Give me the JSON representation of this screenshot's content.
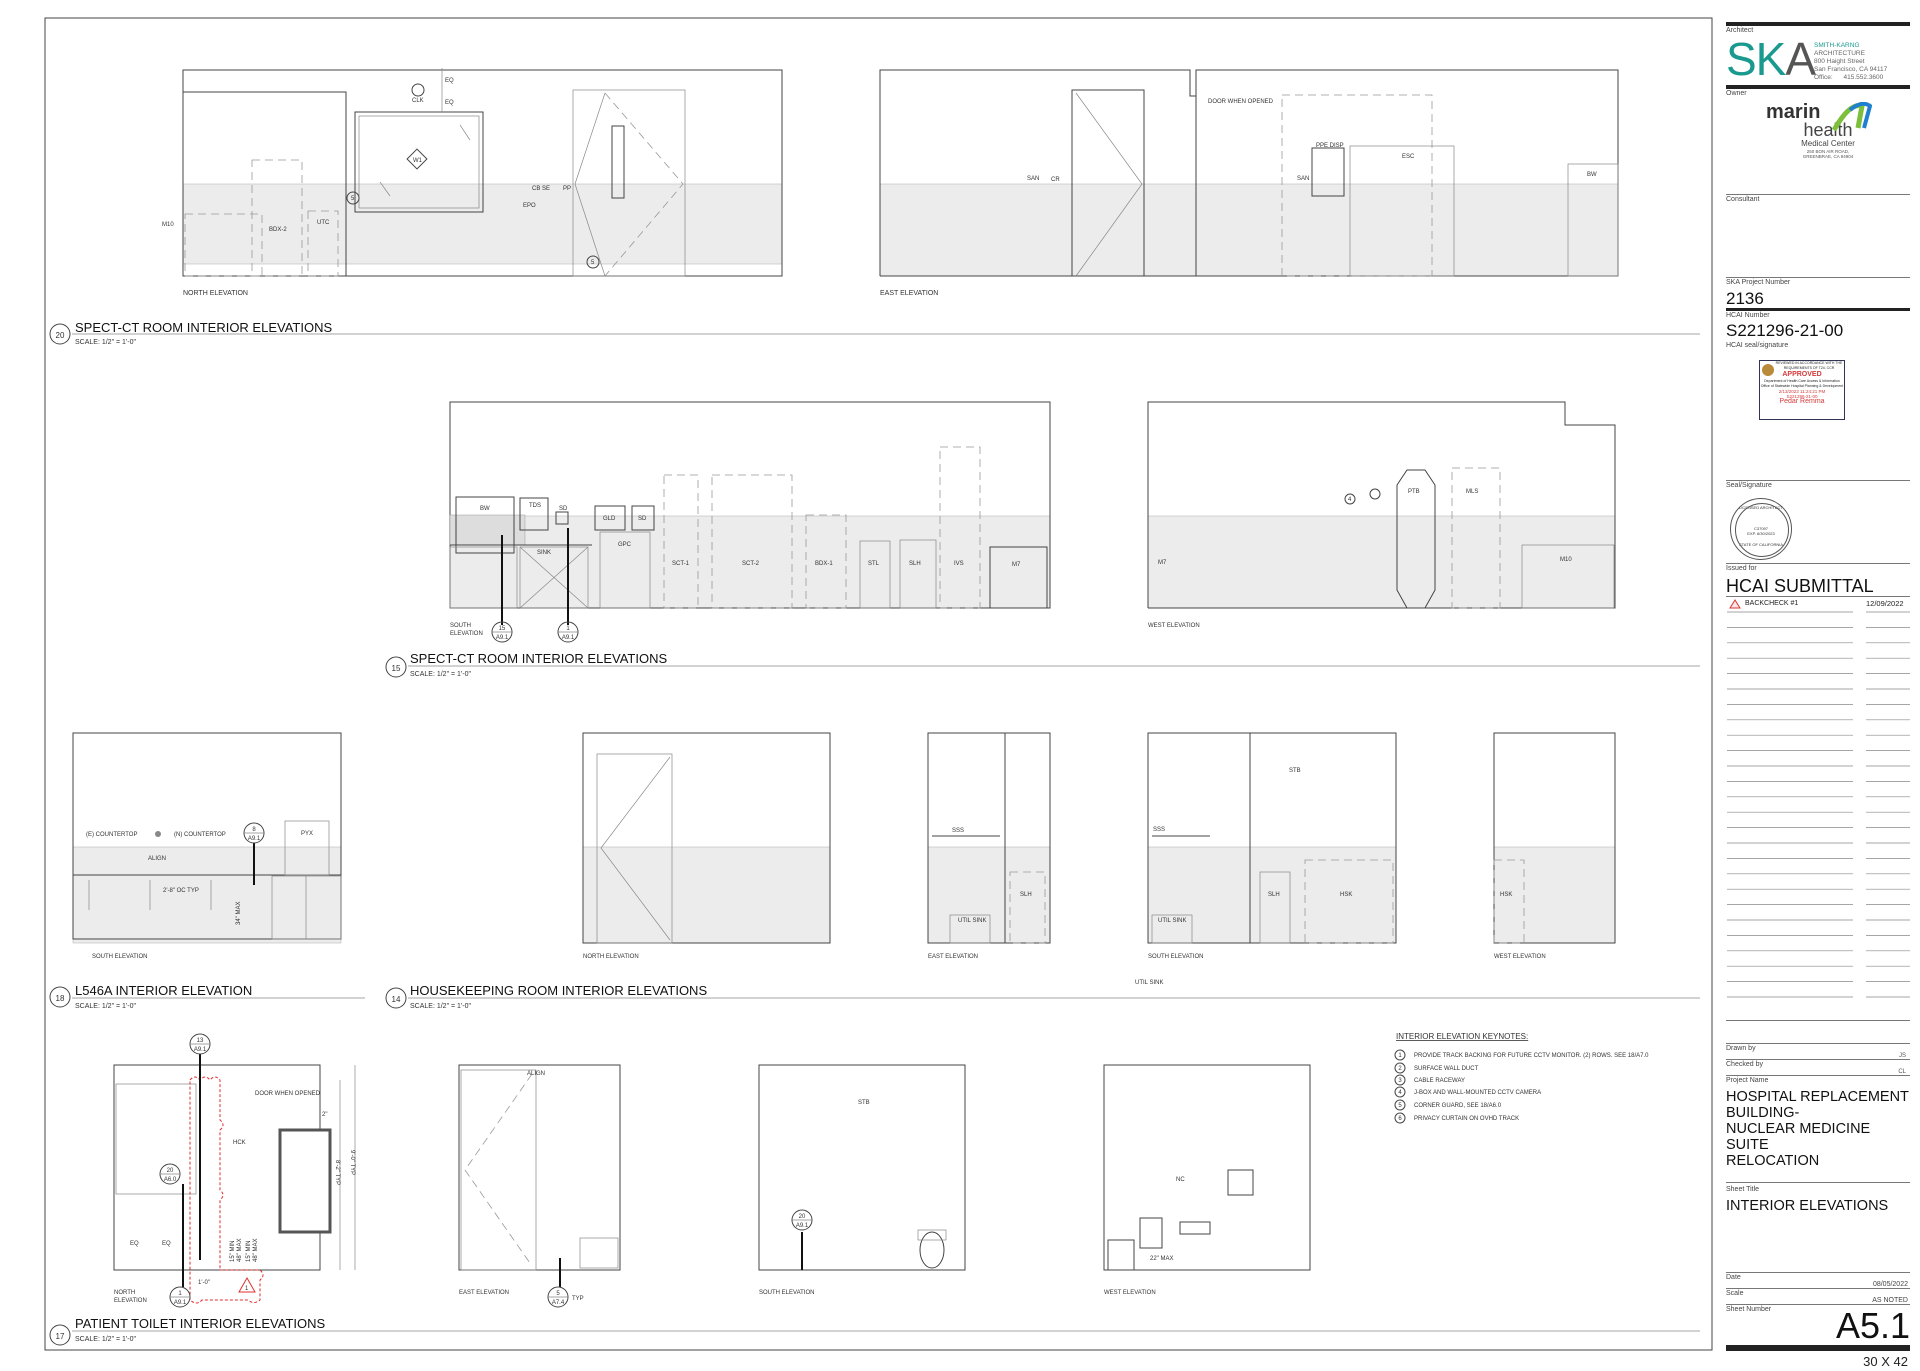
{
  "views": [
    {
      "number": "20",
      "title": "SPECT-CT ROOM INTERIOR ELEVATIONS",
      "scale": "SCALE:  1/2\" = 1'-0\"",
      "elevations": [
        "NORTH ELEVATION",
        "EAST ELEVATION"
      ]
    },
    {
      "number": "15",
      "title": "SPECT-CT ROOM INTERIOR ELEVATIONS",
      "scale": "SCALE:  1/2\" = 1'-0\"",
      "elevations": [
        "SOUTH",
        "ELEVATION",
        "WEST ELEVATION"
      ]
    },
    {
      "number": "18",
      "title": "L546A INTERIOR ELEVATION",
      "scale": "SCALE:  1/2\" = 1'-0\"",
      "elevations": [
        "SOUTH ELEVATION"
      ]
    },
    {
      "number": "14",
      "title": "HOUSEKEEPING ROOM INTERIOR ELEVATIONS",
      "scale": "SCALE:  1/2\" = 1'-0\"",
      "elevations": [
        "NORTH ELEVATION",
        "EAST ELEVATION",
        "SOUTH ELEVATION",
        "WEST ELEVATION"
      ],
      "note": "UTIL  SINK"
    },
    {
      "number": "17",
      "title": "PATIENT TOILET INTERIOR ELEVATIONS",
      "scale": "SCALE:  1/2\" = 1'-0\"",
      "elevations": [
        "NORTH",
        "ELEVATION",
        "EAST ELEVATION",
        "SOUTH ELEVATION",
        "WEST ELEVATION"
      ]
    }
  ],
  "tags": {
    "v20n": [
      "M10",
      "BDX-2",
      "UTC",
      "CLK",
      "EQ",
      "EQ",
      "W1",
      "CB SE",
      "PP",
      "EPO",
      "5",
      "5"
    ],
    "v20e": [
      "SAN",
      "CR",
      "DOOR WHEN OPENED",
      "PPE DISP",
      "ESC",
      "SAN",
      "BW"
    ],
    "v15s": [
      "BW",
      "TDS",
      "SD",
      "GLD",
      "SD",
      "GPC",
      "SCT-1",
      "SCT-2",
      "BDX-1",
      "STL",
      "SLH",
      "IVS",
      "M7",
      "SINK"
    ],
    "v15w": [
      "M7",
      "4",
      "PTB",
      "MLS",
      "M10"
    ],
    "v15refs": [
      [
        "15",
        "A9.1"
      ],
      [
        "1",
        "A9.1"
      ]
    ],
    "v18": [
      "(E) COUNTERTOP",
      "(N) COUNTERTOP",
      "ALIGN",
      "2'-8\" OC TYP",
      "34\" MAX",
      "PYX"
    ],
    "v18ref": [
      "8",
      "A9.1"
    ],
    "v14": [
      "SSS",
      "SLH",
      "UTIL  SINK",
      "STB",
      "SSS",
      "UTIL  SINK",
      "SLH",
      "HSK",
      "HSK"
    ],
    "v17": [
      "DOOR WHEN OPENED",
      "HCK",
      "EQ",
      "EQ",
      "15\" MIN",
      "48\" MAX",
      "15\" MIN",
      "48\" MAX",
      "1'-0\"",
      "8'-2\" TYP",
      "9'-0\" TYP",
      "2\"",
      "ALIGN",
      "TYP",
      "STB",
      "NC",
      "22\" MAX",
      "1"
    ],
    "v17refs": [
      [
        "13",
        "A9.1"
      ],
      [
        "20",
        "A6.0"
      ],
      [
        "1",
        "A9.1"
      ],
      [
        "5",
        "A7.4"
      ],
      [
        "20",
        "A9.1"
      ]
    ]
  },
  "keynotes": {
    "title": "INTERIOR ELEVATION KEYNOTES:",
    "items": [
      {
        "n": "1",
        "text": "PROVIDE TRACK BACKING FOR FUTURE CCTV MONITOR. (2) ROWS. SEE 18/A7.0"
      },
      {
        "n": "2",
        "text": "SURFACE WALL DUCT"
      },
      {
        "n": "3",
        "text": "CABLE RACEWAY"
      },
      {
        "n": "4",
        "text": "J-BOX AND WALL-MOUNTED CCTV CAMERA"
      },
      {
        "n": "5",
        "text": "CORNER GUARD, SEE 18/A6.0"
      },
      {
        "n": "6",
        "text": "PRIVACY CURTAIN ON OVHD TRACK"
      }
    ]
  },
  "title_block": {
    "architect_label": "Architect",
    "architect_logo": "SKA",
    "architect_name_a": "SMITH-KARNG",
    "architect_name_b": " ARCHITECTURE",
    "architect_address1": "800 Haight Street",
    "architect_address2": "San Francisco, CA 94117",
    "architect_office_label": "Office:",
    "architect_phone": "415.552.3600",
    "owner_label": "Owner",
    "owner_logo_1": "marin",
    "owner_logo_2": "health",
    "owner_logo_3": "Medical Center",
    "owner_address1": "250 BON AIR ROAD,",
    "owner_address2": "GREENBRAE, CA 94904",
    "consultant_label": "Consultant",
    "project_number_label": "SKA Project Number",
    "project_number": "2136",
    "hcai_number_label": "HCAI Number",
    "hcai_number": "S221296-21-00",
    "hcai_seal_label": "HCAI seal/signature",
    "stamp": {
      "header": "REVIEWED IN ACCORDANCE WITH THE REQUIREMENTS OF T24, CCR",
      "status": "APPROVED",
      "dept": "Department of Health Care Access & Information",
      "office": "Office of Statewide Hospital Planning & Development",
      "datetime": "2/13/2023  11:24:21 PM",
      "number": "S221296-21-00",
      "signer": "Pedar Remma"
    },
    "seal_label": "Seal/Signature",
    "seal": {
      "number": "C37097",
      "expiry": "EXP. 6/30/2023",
      "state": "STATE OF CALIFORNIA",
      "top": "LICENSED ARCHITECT"
    },
    "issued_for_label": "Issued for",
    "issued_for": "HCAI SUBMITTAL",
    "revisions": [
      {
        "mark": "1",
        "label": "BACKCHECK #1",
        "date": "12/09/2022"
      }
    ],
    "drawn_by_label": "Drawn by",
    "drawn_by": "JS",
    "checked_by_label": "Checked by",
    "checked_by": "CL",
    "project_name_label": "Project Name",
    "project_name": [
      "HOSPITAL REPLACEMENT",
      "BUILDING-",
      "NUCLEAR MEDICINE SUITE",
      "RELOCATION"
    ],
    "sheet_title_label": "Sheet Title",
    "sheet_title": "INTERIOR ELEVATIONS",
    "date_label": "Date",
    "date": "08/05/2022",
    "scale_label": "Scale",
    "scale": "AS NOTED",
    "sheet_number_label": "Sheet Number",
    "sheet_number": "A5.1",
    "sheet_size": "30 X 42",
    "colors": {
      "ska_teal": "#1a9a8e",
      "ska_gray": "#555555",
      "marin_green": "#7cbf3a",
      "marin_blue": "#1f7fd0",
      "revision_red": "#d43a3a"
    }
  }
}
